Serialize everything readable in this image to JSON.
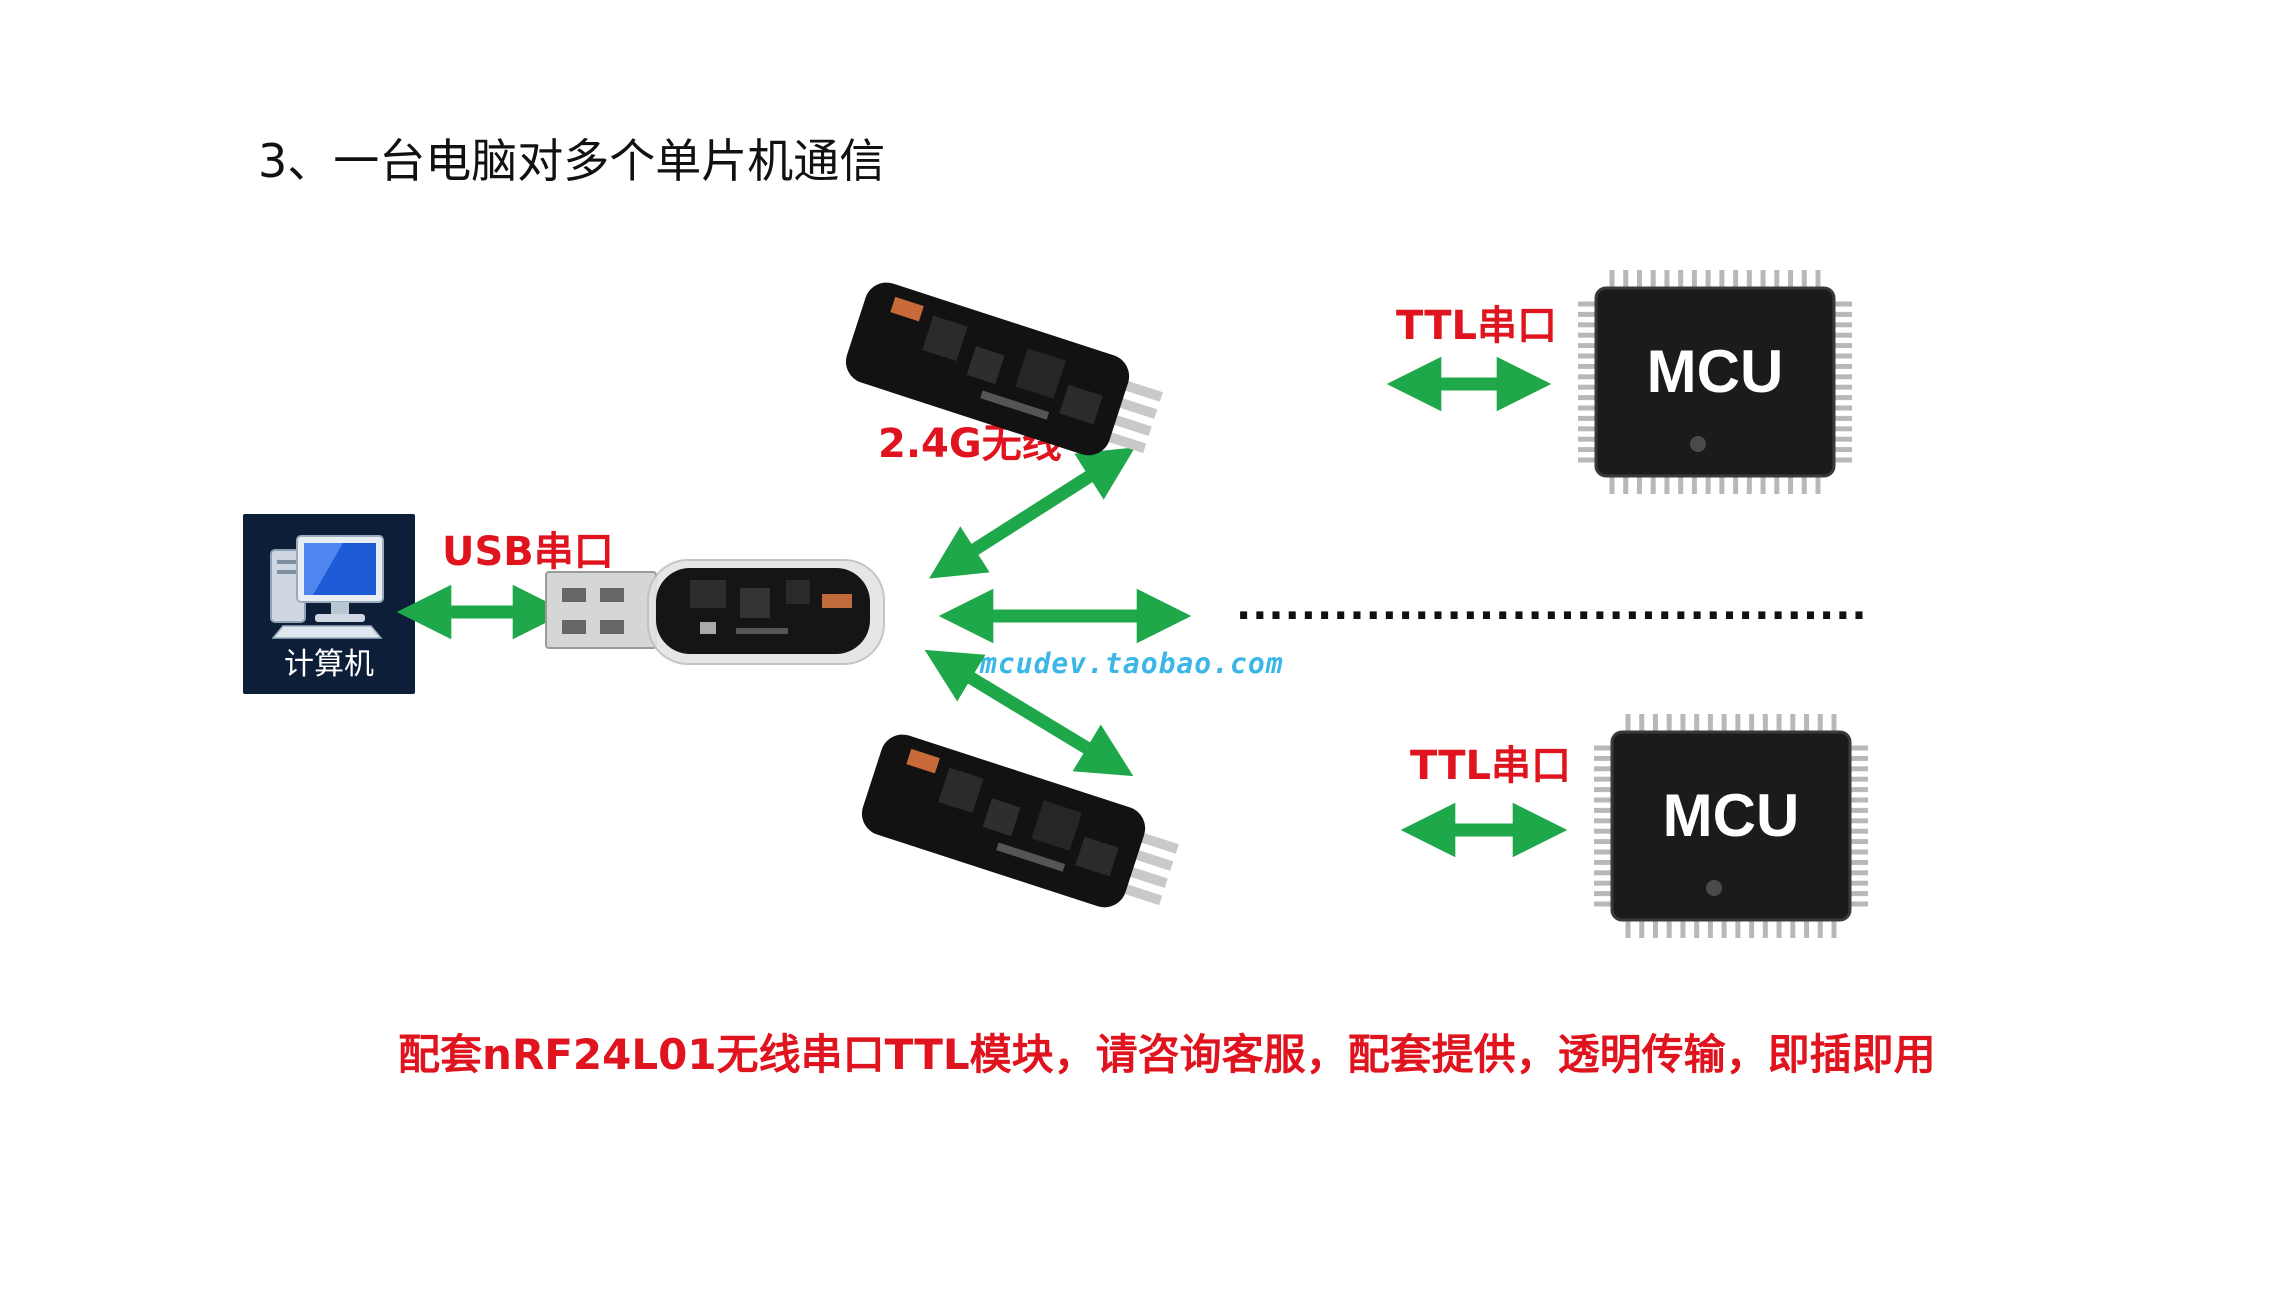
{
  "title": "3、一台电脑对多个单片机通信",
  "computer": {
    "label": "计算机",
    "icon": "computer-monitor-icon"
  },
  "links": {
    "usb_serial": "USB串口",
    "wireless": "2.4G无线",
    "ttl_top": "TTL串口",
    "ttl_bottom": "TTL串口",
    "ellipsis": "......................................."
  },
  "mcu_top": {
    "label": "MCU"
  },
  "mcu_bottom": {
    "label": "MCU"
  },
  "watermark": "mcudev.taobao.com",
  "footer": "配套nRF24L01无线串口TTL模块，请咨询客服，配套提供，透明传输，即插即用",
  "colors": {
    "accent_red": "#e0141e",
    "arrow_green": "#1fa84a",
    "chip_black": "#1b1b1b"
  }
}
